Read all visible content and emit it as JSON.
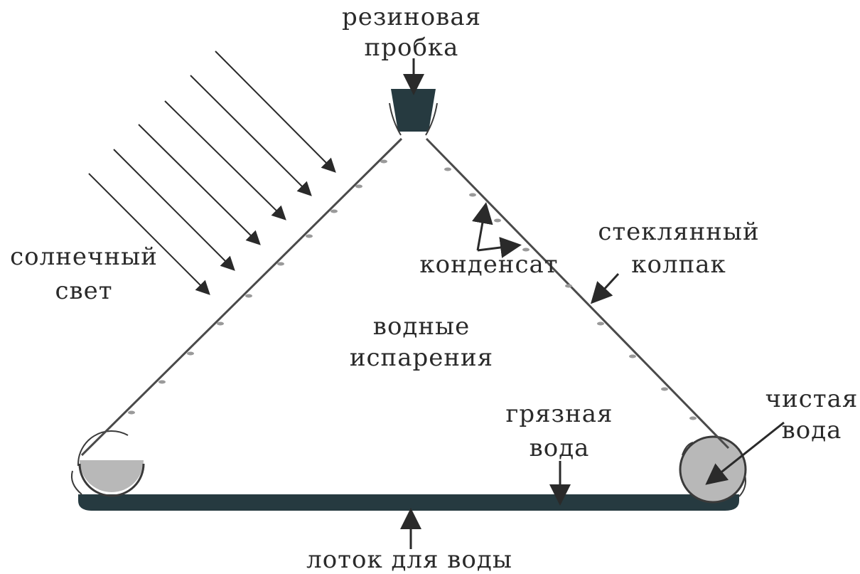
{
  "labels": {
    "rubber_stopper_line1": "резиновая",
    "rubber_stopper_line2": "пробка",
    "sunlight_line1": "солнечный",
    "sunlight_line2": "свет",
    "condensate": "конденсат",
    "glass_cover_line1": "стеклянный",
    "glass_cover_line2": "колпак",
    "water_vapor_line1": "водные",
    "water_vapor_line2": "испарения",
    "dirty_water_line1": "грязная",
    "dirty_water_line2": "вода",
    "clean_water_line1": "чистая",
    "clean_water_line2": "вода",
    "water_tray": "лоток для воды"
  },
  "colors": {
    "dark": "#263a40",
    "water": "#b8b8b8",
    "line": "#3a3a3a"
  }
}
